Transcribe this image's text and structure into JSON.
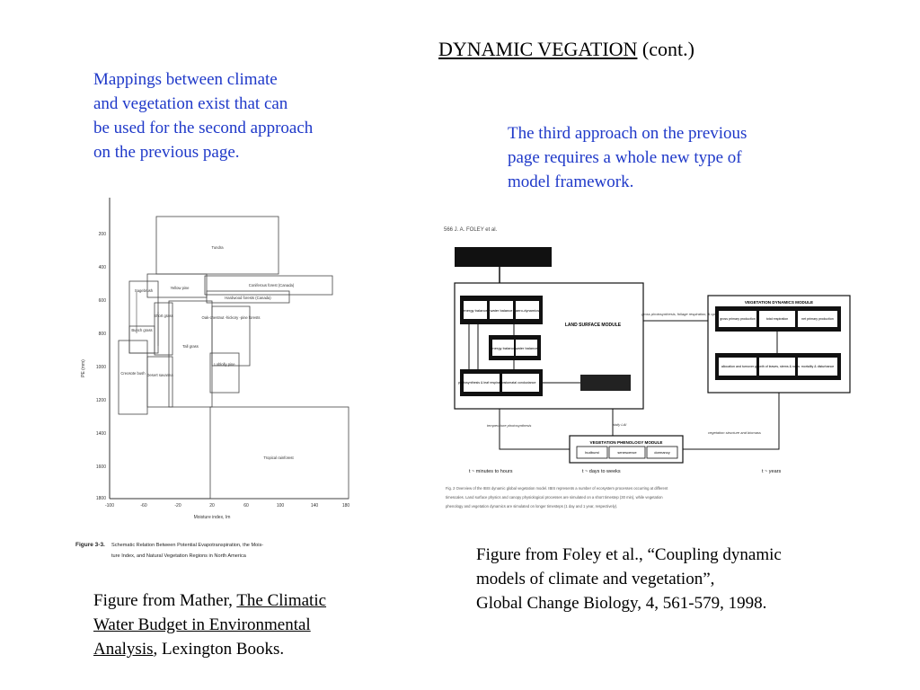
{
  "slide": {
    "title": "DYNAMIC VEGATION",
    "title_suffix": " (cont.)",
    "left_text": [
      "Mappings between climate",
      "and vegetation exist that can",
      "be used for the second approach",
      "on the previous page."
    ],
    "right_text": [
      "The third approach on the previous",
      "page requires a whole new type of",
      "model framework."
    ],
    "left_caption": {
      "prefix": "Figure from Mather, ",
      "book_line1": "The Climatic",
      "book_line2": "Water Budget in Environmental",
      "book_line3": "Analysis",
      "suffix": ", Lexington Books."
    },
    "right_caption": [
      "Figure from Foley et al., “Coupling dynamic",
      "models of climate and vegetation”,",
      "Global Change Biology, 4, 561-579, 1998."
    ],
    "text_color": "#1f39c9"
  },
  "mather_figure": {
    "y_axis_label": "PE (mm)",
    "x_axis_label": "Moisture index, Im",
    "y_ticks": [
      "200",
      "400",
      "600",
      "800",
      "1000",
      "1200",
      "1400",
      "1600",
      "1800"
    ],
    "x_ticks": [
      "-100",
      "-60",
      "-20",
      "20",
      "60",
      "100",
      "140",
      "180"
    ],
    "regions": {
      "tundra": "Tundra",
      "coniferous": "Coniferous forest (Canada)",
      "hardwood": "Hardwood forests (Canada)",
      "yellow_pine": "Yellow pine",
      "sagebrush": "Sagebrush",
      "short_grass": "Short grass",
      "bunch_grass": "Bunch grass",
      "oak_chestnut": "Oak-chestnut -hickory -pine forests",
      "tall_grass": "Tall grass",
      "loblolly": "Loblolly pine",
      "creosote": "Creosote bush",
      "desert": "Desert savanna",
      "rainforest": "Tropical rainforest"
    },
    "caption_label": "Figure 3-3.",
    "caption_line1": "Schematic Relation Between Potential Evapotranspiration, the Mois-",
    "caption_line2": "ture Index, and Natural Vegetation Regions in North America"
  },
  "foley_figure": {
    "header": "566    J. A. FOLEY et al.",
    "land_surface_module": "LAND SURFACE MODULE",
    "energy_balance": "energy balance",
    "water_balance": "water balance",
    "aero_dynamics": "aero-dynamics",
    "energy_balance_2": "energy balance",
    "water_balance_2": "water balance",
    "photosynthesis": "photosynthesis & leaf respiration",
    "stomatal": "stomatal conductance",
    "veg_dyn_module": "VEGETATION DYNAMICS MODULE",
    "gpp": "gross primary production",
    "total_resp": "total respiration",
    "npp": "net primary production",
    "allocation": "allocation and turnover",
    "growth": "growth of leaves, stems & roots",
    "mortality": "mortality & disturbance",
    "flux_note": "gross photosynthesis, foliage respiration, & optimal C:N ratios for each plant functional type",
    "phenology_module": "VEGETATION PHENOLOGY MODULE",
    "budburst": "budburst",
    "senescence": "senescence",
    "dormancy": "dormancy",
    "temp_note": "temperature photosynthesis",
    "lai_note": "daily LAI",
    "structure_note": "vegetation structure and biomass",
    "t_minutes": "t ~ minutes to hours",
    "t_days": "t ~ days to weeks",
    "t_years": "t ~ years",
    "fig_caption_1": "Fig. 2 Overview of the IBIS dynamic global vegetation model. IBIS represents a number of ecosystem processes occurring at different",
    "fig_caption_2": "timescales. Land surface physics and canopy physiological processes are simulated on a short timestep (30 min), while vegetation",
    "fig_caption_3": "phenology and vegetation dynamics are simulated on longer timesteps (1 day and 1 year, respectively)."
  }
}
